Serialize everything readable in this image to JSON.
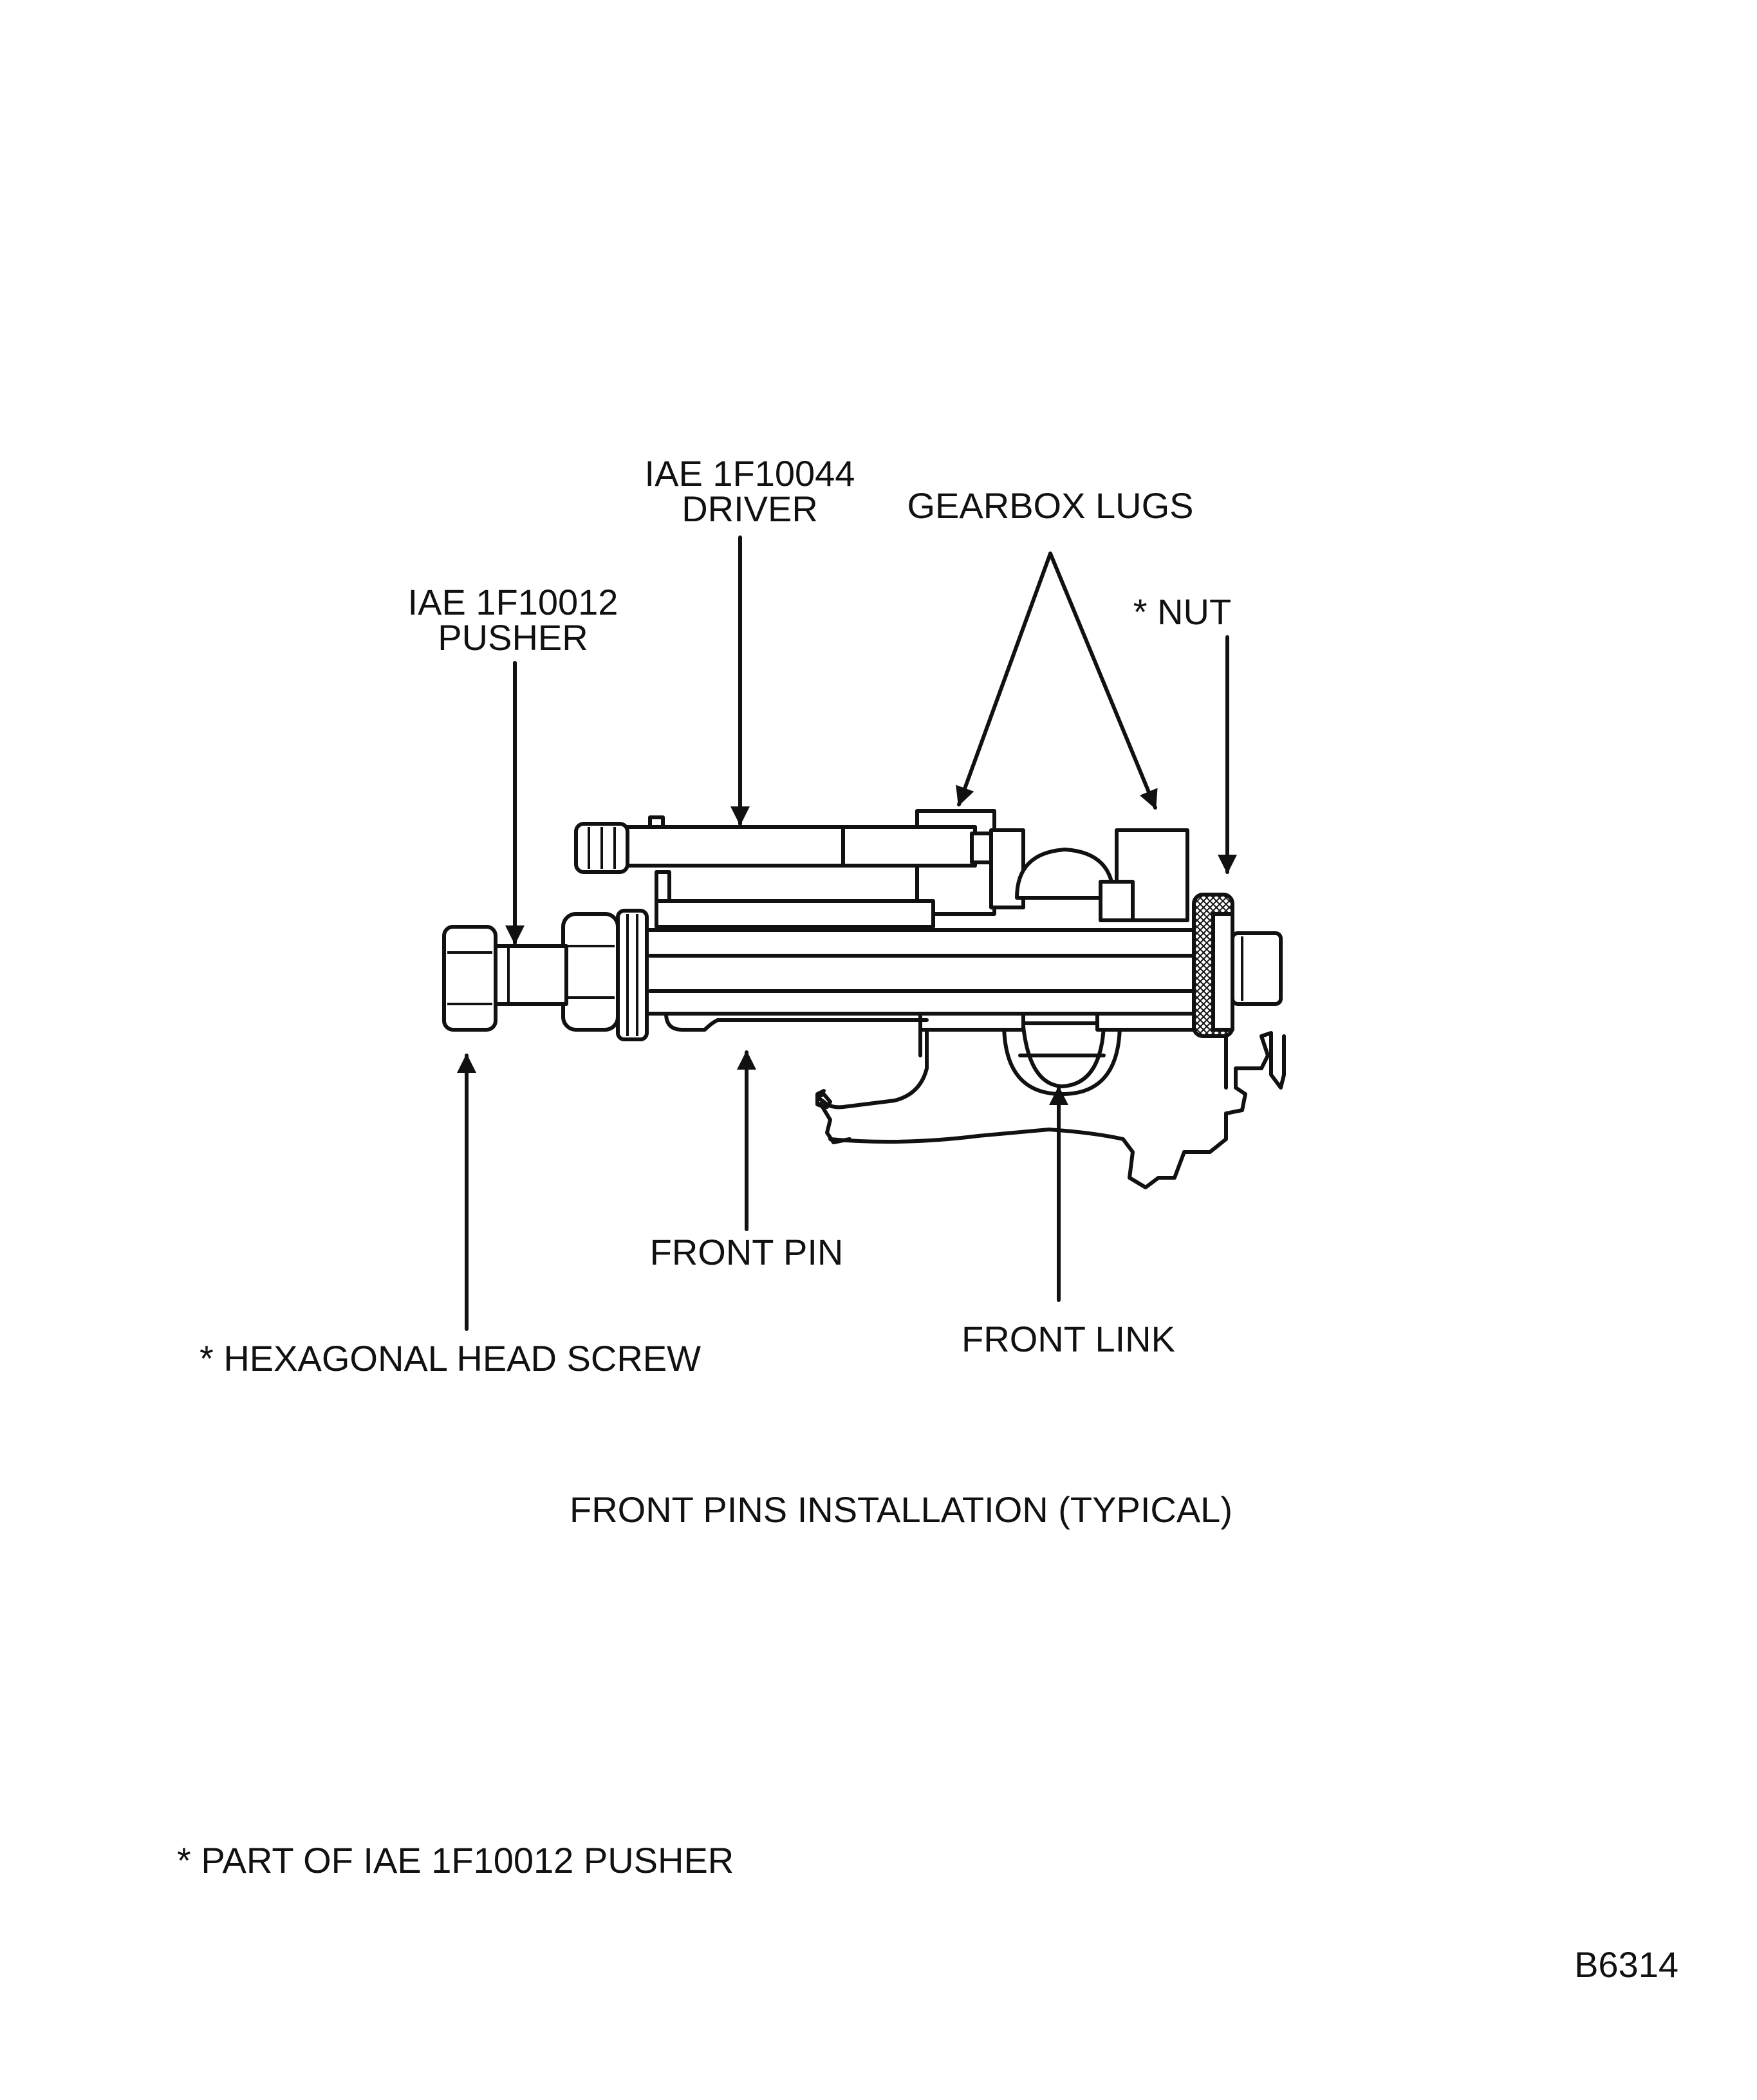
{
  "diagram": {
    "labels": {
      "driver_line1": "IAE 1F10044",
      "driver_line2": "DRIVER",
      "gearbox_lugs": "GEARBOX LUGS",
      "pusher_line1": "IAE 1F10012",
      "pusher_line2": "PUSHER",
      "nut": "* NUT",
      "front_pin": "FRONT PIN",
      "front_link": "FRONT LINK",
      "hex_screw": "* HEXAGONAL HEAD SCREW"
    },
    "caption": "FRONT PINS INSTALLATION (TYPICAL)",
    "footnote": "* PART OF IAE 1F10012 PUSHER",
    "figure_id": "B6314"
  }
}
